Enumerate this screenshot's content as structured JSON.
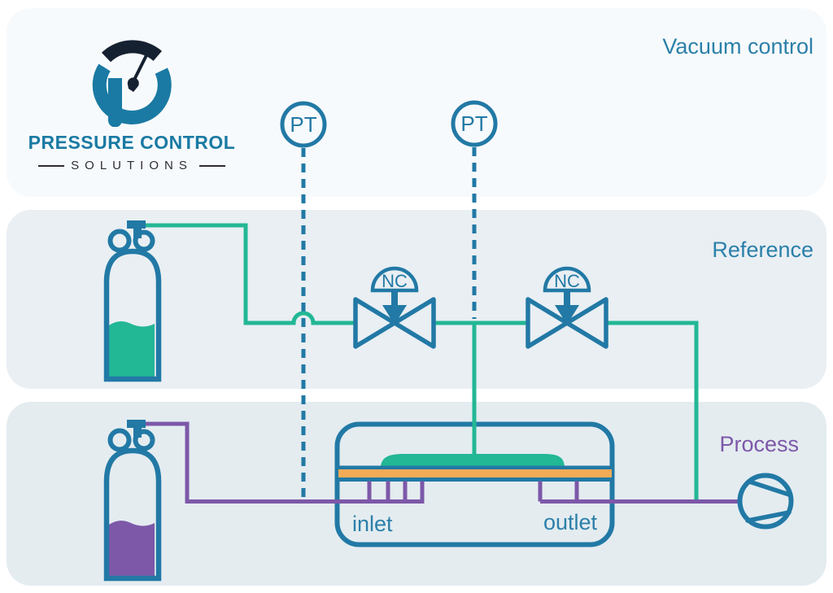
{
  "logo": {
    "title": "PRESSURE CONTROL",
    "subtitle": "SOLUTIONS"
  },
  "sections": {
    "vacuum_label": "Vacuum control",
    "reference_label": "Reference",
    "process_label": "Process"
  },
  "instruments": {
    "pt_label": "PT",
    "valve_label": "NC"
  },
  "chamber": {
    "inlet_label": "inlet",
    "outlet_label": "outlet"
  },
  "colors": {
    "stroke_blue": "#2279a5",
    "heading_blue": "#2b80a9",
    "green": "#22b795",
    "purple": "#7d58a8",
    "orange": "#f3ab57",
    "navy": "#152031",
    "logo_teal": "#1a7aa3",
    "logo_dark": "#2c2c35",
    "band_vacuum": "#f7fafc",
    "band_reference": "#e9eff3",
    "band_process": "#e4ecf0"
  }
}
